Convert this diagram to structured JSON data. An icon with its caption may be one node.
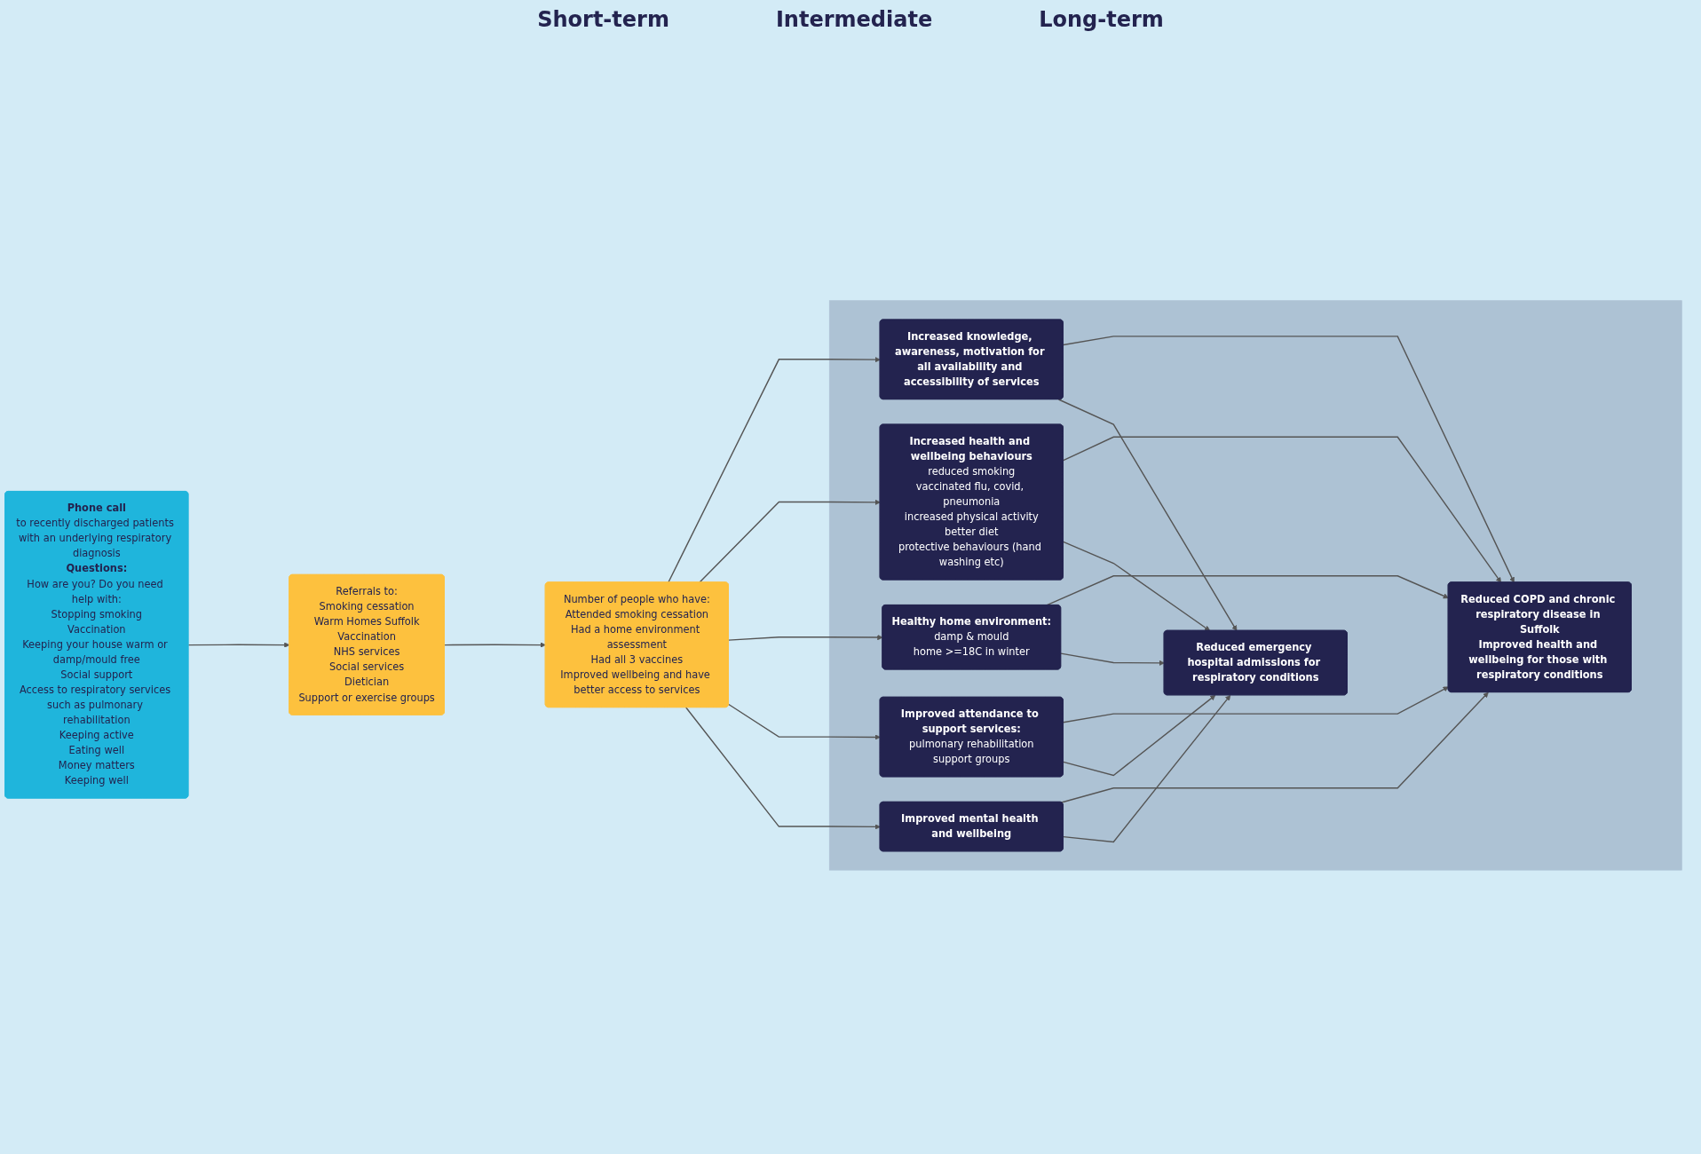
{
  "diagram": {
    "nodes": [
      {
        "text": [
          "Phone call",
          "to recently discharged patients with an underlying respiratory diagnosis",
          "Questions:",
          "How are you? Do you need help with:",
          "Stopping smoking",
          "Vaccination",
          "Keeping your house warm or damp/mould free",
          "Social support",
          "Access to respiratory services such as pulmonary rehabilitation",
          "Keeping active",
          "Eating well",
          "Money matters",
          "Keeping well"
        ]
      },
      {
        "text": [
          "Referrals to:",
          "Smoking cessation",
          "Warm Homes Suffolk",
          "Vaccination",
          "NHS services",
          "Social services",
          "Dietician",
          "Support or exercise groups"
        ]
      },
      {
        "text": [
          "Number of people who have:",
          "Attended smoking cessation",
          "Had a home environment assessment",
          "Had all 3 vaccines",
          "Improved wellbeing and have better access to services"
        ]
      },
      {
        "text": [],
        "shape": "box"
      },
      {
        "text": [
          "Increased knowledge, awareness, motivation for all availability and accessibility of services"
        ],
        "in": 3
      },
      {
        "text": [
          "Increased health and wellbeing behaviours",
          "reduced smoking",
          "vaccinated flu, covid, pneumonia",
          "increased physical activity",
          "better diet",
          "protective behaviours (hand washing etc)"
        ],
        "in": 3
      },
      {
        "text": [
          "Healthy home environment:",
          "damp & mould",
          "home >=18C in winter"
        ],
        "in": 3
      },
      {
        "text": [
          "Improved attendance to support services:",
          "pulmonary rehabilitation",
          "support groups"
        ],
        "in": 3
      },
      {
        "text": [
          "Improved mental health and wellbeing"
        ],
        "in": 3
      },
      {
        "text": [
          "Reduced emergency hospital admissions for respiratory conditions"
        ],
        "in": 3
      },
      {
        "text": [
          "Reduced COPD and chronic respiratory disease in Suffolk",
          "Improved health and wellbeing for those with respiratory conditions"
        ],
        "in": 3
      }
    ],
    "edges": [
      {
        "from": 0,
        "to": 1,
        "arrow": "to"
      },
      {
        "from": 1,
        "to": 2,
        "arrow": "to"
      },
      {
        "from": 2,
        "to": 4,
        "arrow": "to"
      },
      {
        "from": 2,
        "to": 5,
        "arrow": "to"
      },
      {
        "from": 2,
        "to": 6,
        "arrow": "to"
      },
      {
        "from": 2,
        "to": 7,
        "arrow": "to"
      },
      {
        "from": 2,
        "to": 8,
        "arrow": "to"
      },
      {
        "from": 4,
        "to": 10,
        "arrow": "to"
      },
      {
        "from": 5,
        "to": 10,
        "arrow": "to"
      },
      {
        "from": 6,
        "to": 10,
        "arrow": "to"
      },
      {
        "from": 7,
        "to": 10,
        "arrow": "to"
      },
      {
        "from": 8,
        "to": 10,
        "arrow": "to"
      },
      {
        "from": 4,
        "to": 9,
        "arrow": "to"
      },
      {
        "from": 5,
        "to": 9,
        "arrow": "to"
      },
      {
        "from": 6,
        "to": 9,
        "arrow": "to"
      },
      {
        "from": 7,
        "to": 9,
        "arrow": "to"
      },
      {
        "from": 8,
        "to": 9,
        "arrow": "to"
      }
    ],
    "labels": [
      "Short-term",
      "Intermediate",
      "Long-term"
    ]
  }
}
